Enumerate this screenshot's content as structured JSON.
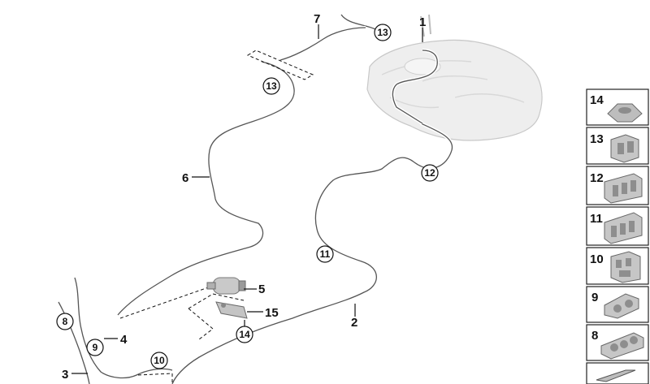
{
  "callouts": {
    "c1": "1",
    "c2": "2",
    "c3": "3",
    "c4": "4",
    "c5": "5",
    "c6": "6",
    "c7": "7",
    "c15": "15"
  },
  "circled": {
    "c8": "8",
    "c9": "9",
    "c10": "10",
    "c11": "11",
    "c12": "12",
    "c13a": "13",
    "c13b": "13",
    "c14": "14"
  },
  "legend": {
    "items": [
      "14",
      "13",
      "12",
      "11",
      "10",
      "9",
      "8"
    ]
  }
}
